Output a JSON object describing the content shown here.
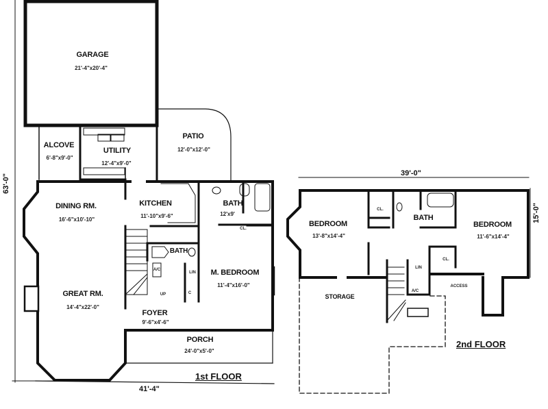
{
  "first_floor": {
    "title": "1st FLOOR",
    "overall_width": "41'-4\"",
    "overall_depth": "63'-0\"",
    "rooms": [
      {
        "name": "GARAGE",
        "size": "21'-4\"x20'-4\""
      },
      {
        "name": "ALCOVE",
        "size": "6'-8\"x9'-0\""
      },
      {
        "name": "UTILITY",
        "size": "12'-4\"x9'-0\""
      },
      {
        "name": "PATIO",
        "size": "12'-0\"x12'-0\""
      },
      {
        "name": "DINING RM.",
        "size": "16'-6\"x10'-10\""
      },
      {
        "name": "KITCHEN",
        "size": "11'-10\"x9'-6\""
      },
      {
        "name": "BATH",
        "size": "12'x9'"
      },
      {
        "name": "BATH",
        "size": ""
      },
      {
        "name": "M. BEDROOM",
        "size": "11'-4\"x16'-0\""
      },
      {
        "name": "GREAT RM.",
        "size": "14'-4\"x22'-0\""
      },
      {
        "name": "FOYER",
        "size": "9'-6\"x4'-6\""
      },
      {
        "name": "PORCH",
        "size": "24'-0\"x5'-0\""
      }
    ],
    "small_labels": {
      "closet": "CL.",
      "linen": "LIN",
      "ac": "A/C",
      "up": "UP",
      "c": "C"
    }
  },
  "second_floor": {
    "title": "2nd FLOOR",
    "overall_width": "39'-0\"",
    "overall_depth": "15'-0\"",
    "rooms": [
      {
        "name": "BEDROOM",
        "size": "13'-8\"x14'-4\""
      },
      {
        "name": "BATH",
        "size": ""
      },
      {
        "name": "BEDROOM",
        "size": "11'-6\"x14'-4\""
      },
      {
        "name": "STORAGE",
        "size": ""
      },
      {
        "name": "ACCESS",
        "size": ""
      }
    ],
    "small_labels": {
      "closet": "CL.",
      "closet2": "CL.",
      "linen": "LIN",
      "ac": "A/C"
    }
  },
  "colors": {
    "wall": "#111111",
    "background": "#ffffff"
  }
}
